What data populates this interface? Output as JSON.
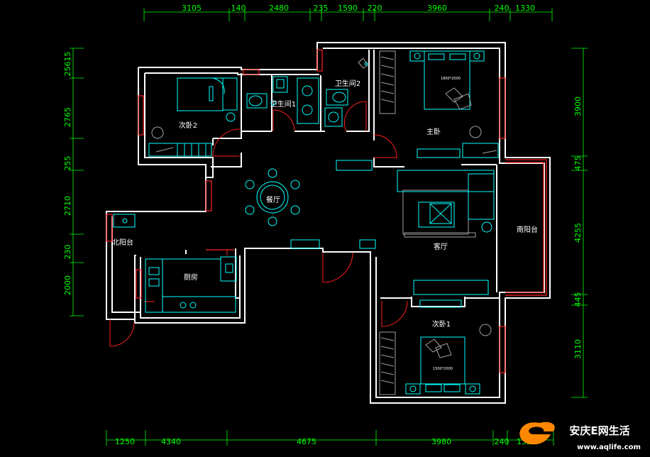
{
  "dimensions": {
    "top": [
      "3105",
      "140",
      "2480",
      "235",
      "1590",
      "220",
      "3960",
      "240",
      "1330"
    ],
    "bottom": [
      "1250",
      "4340",
      "4675",
      "3980",
      "240",
      "1330"
    ],
    "left": [
      "25615",
      "2765",
      "255",
      "2710",
      "230",
      "2000"
    ],
    "right": [
      "3900",
      "475",
      "4255",
      "445",
      "3110"
    ]
  },
  "rooms": {
    "secondary_bedroom_2": "次卧2",
    "bathroom_1": "卫生间1",
    "bathroom_2": "卫生间2",
    "master_bedroom": "主卧",
    "dining": "餐厅",
    "living": "客厅",
    "north_balcony": "北阳台",
    "kitchen": "厨房",
    "south_balcony": "南阳台",
    "secondary_bedroom_1": "次卧1"
  },
  "small_labels": {
    "master_bed": "1800*2000",
    "bedroom1_bed": "1500*2000"
  },
  "watermark": {
    "name": "安庆E网生活",
    "url": "www.aqlife.com"
  },
  "colors": {
    "background": "#000000",
    "walls": "#ffffff",
    "windows_doors": "#ff2020",
    "furniture": "#00ffff",
    "dimension_lines": "#00ff00"
  }
}
